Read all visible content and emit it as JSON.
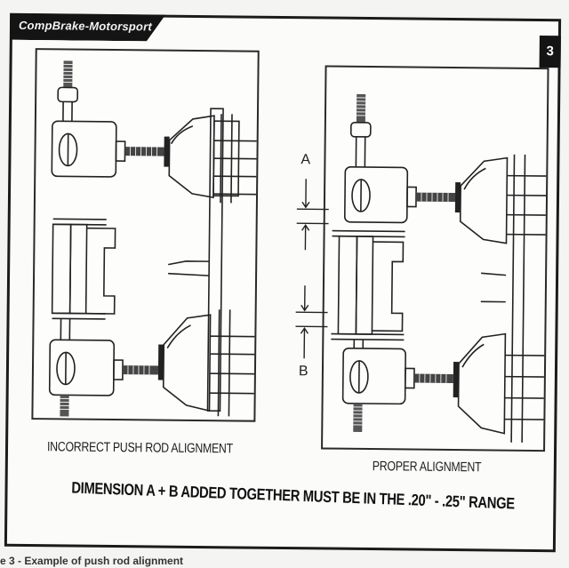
{
  "header": {
    "brand": "CompBrake-Motorsport",
    "page_number": "3"
  },
  "figures": {
    "left_caption": "INCORRECT PUSH ROD ALIGNMENT",
    "right_caption": "PROPER ALIGNMENT",
    "dimension_a": "A",
    "dimension_b": "B"
  },
  "note": "DIMENSION A + B ADDED TOGETHER MUST BE IN THE .20\" - .25\" RANGE",
  "footer": {
    "cut_text": "e 3 - Example of push rod alignment"
  }
}
